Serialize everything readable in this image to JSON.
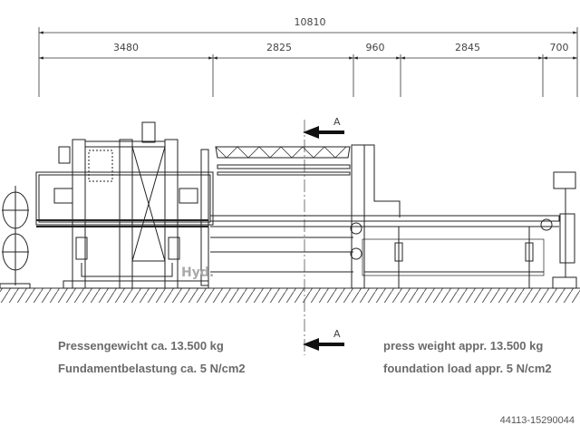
{
  "dimensions": {
    "total": "10810",
    "segments": [
      "3480",
      "2825",
      "960",
      "2845",
      "700"
    ]
  },
  "section_markers": {
    "top": "A",
    "bottom": "A"
  },
  "hydraulic_label": "Hyd.",
  "notes_de": {
    "line1": "Pressengewicht ca. 13.500 kg",
    "line2": "Fundamentbelastung ca. 5 N/cm2"
  },
  "notes_en": {
    "line1": "press weight appr. 13.500 kg",
    "line2": "foundation load appr. 5 N/cm2"
  },
  "watermark": "44113-15290044"
}
